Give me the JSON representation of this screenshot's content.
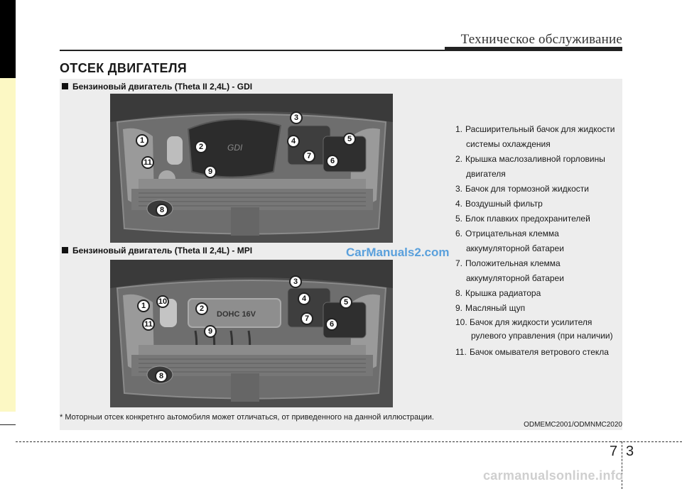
{
  "header": {
    "title": "Техническое обслуживание"
  },
  "heading": "ОТСЕК ДВИГАТЕЛЯ",
  "sections": [
    {
      "title": "Бензиновый двигатель (Theta II 2,4L) - GDI",
      "engine_label": "GDI"
    },
    {
      "title": "Бензиновый двигатель (Theta II 2,4L) - MPI",
      "engine_label": "DOHC 16V"
    }
  ],
  "legend": [
    {
      "num": "1.",
      "text": "Расширительный бачок для жидкости",
      "cont": "системы охлаждения"
    },
    {
      "num": "2.",
      "text": "Крышка маслозаливной горловины",
      "cont": "двигателя"
    },
    {
      "num": "3.",
      "text": "Бачок для тормозной жидкости"
    },
    {
      "num": "4.",
      "text": "Воздушный фильтр"
    },
    {
      "num": "5.",
      "text": "Блок плавких предохранителей"
    },
    {
      "num": "6.",
      "text": "Отрицательная клемма",
      "cont": "аккумуляторной батареи"
    },
    {
      "num": "7.",
      "text": "Положительная клемма",
      "cont": "аккумуляторной батареи"
    },
    {
      "num": "8.",
      "text": "Крышка радиатора"
    },
    {
      "num": "9.",
      "text": "Масляный щуп"
    },
    {
      "num": "10.",
      "text": "Бачок для жидкости усилителя",
      "cont": "рулевого управления (при наличии)"
    },
    {
      "num": "11.",
      "text": "Бачок омывателя ветрового стекла"
    }
  ],
  "callouts_gdi": [
    "1",
    "2",
    "3",
    "4",
    "5",
    "6",
    "7",
    "8",
    "9",
    "11"
  ],
  "callouts_mpi": [
    "1",
    "10",
    "2",
    "3",
    "4",
    "5",
    "6",
    "7",
    "8",
    "9",
    "11"
  ],
  "watermark": "CarManuals2.com",
  "footnote": "* Моторныи отсек конкретнго аьтомобиля может отличаться, от приведенного на данной иллюстрации.",
  "code": "ODMEMC2001/ODMNMC2020",
  "page": {
    "chapter": "7",
    "number": "3"
  },
  "site_mark": "carmanualsonline.info"
}
